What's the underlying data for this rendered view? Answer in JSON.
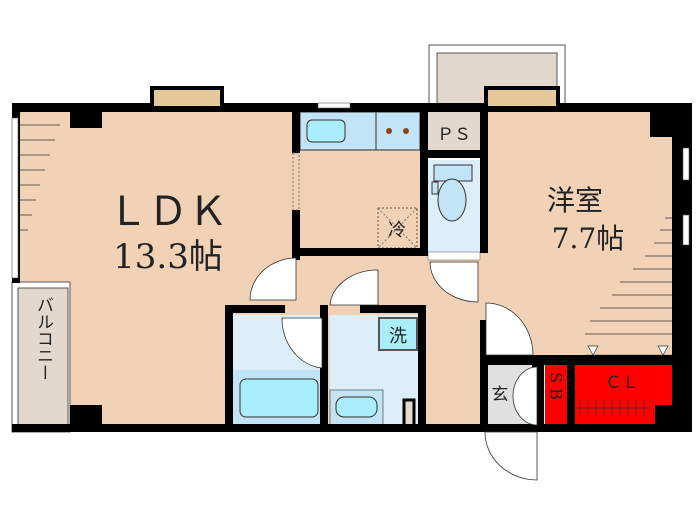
{
  "rooms": {
    "ldk": {
      "name": "ＬＤＫ",
      "size": "13.3帖"
    },
    "western": {
      "name": "洋室",
      "size": "7.7帖"
    },
    "balcony": {
      "name": "バルコニー"
    },
    "ps": {
      "name": "ＰＳ"
    },
    "fridge": {
      "name": "冷"
    },
    "washer": {
      "name": "洗"
    },
    "entrance": {
      "name": "玄"
    },
    "shoebox": {
      "name": "S B"
    },
    "closet": {
      "name": "ＣＬ"
    }
  },
  "colors": {
    "floor": "#f2d2b6",
    "wet": "#c3e3f7",
    "wet_light": "#ddeefb",
    "storage": "#ff0000",
    "gray": "#e2d8ce",
    "wall": "#000000"
  }
}
